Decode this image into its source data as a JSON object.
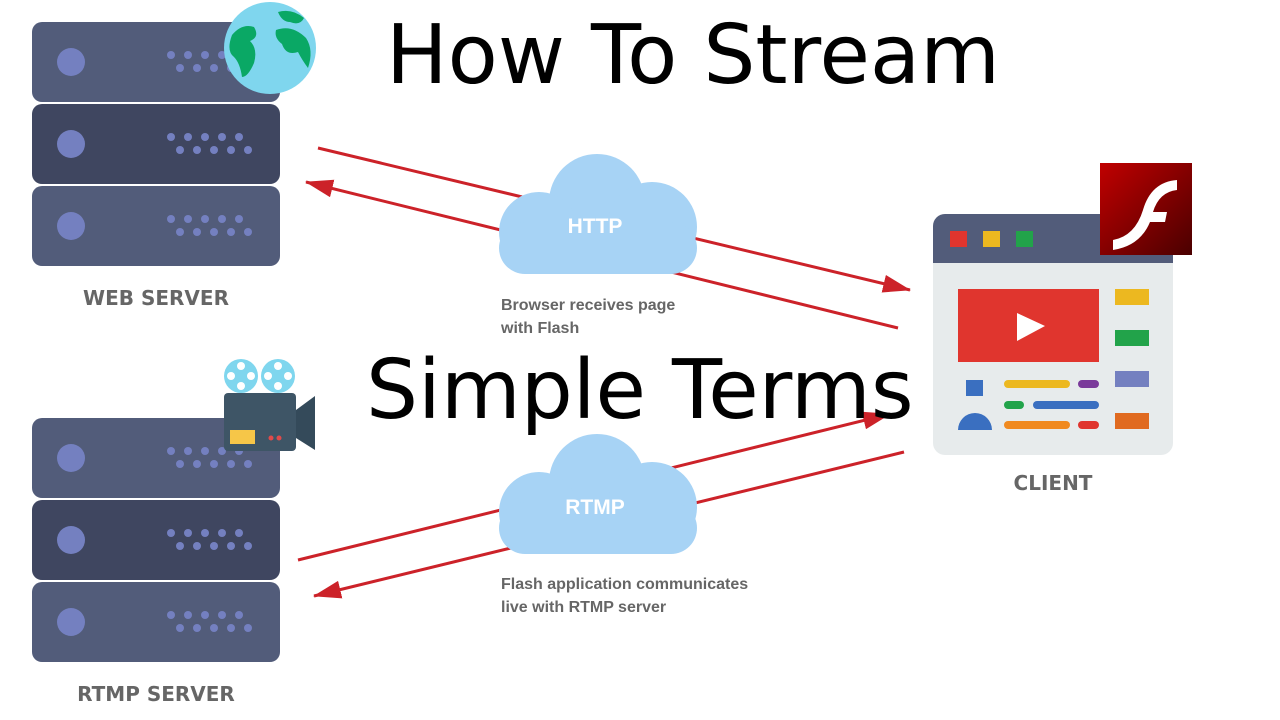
{
  "title_top": "How To Stream",
  "title_bottom": "Simple Terms",
  "web_server_label": "WEB SERVER",
  "rtmp_server_label": "RTMP SERVER",
  "client_label": "CLIENT",
  "http_cloud": "HTTP",
  "rtmp_cloud": "RTMP",
  "http_caption": [
    "Browser receives page",
    "with Flash"
  ],
  "rtmp_caption": [
    "Flash application communicates",
    "live with RTMP server"
  ],
  "colors": {
    "arrow": "#cc2229",
    "cloud": "#a7d3f5",
    "server": "#525c7a",
    "server_dark": "#3f4660"
  }
}
